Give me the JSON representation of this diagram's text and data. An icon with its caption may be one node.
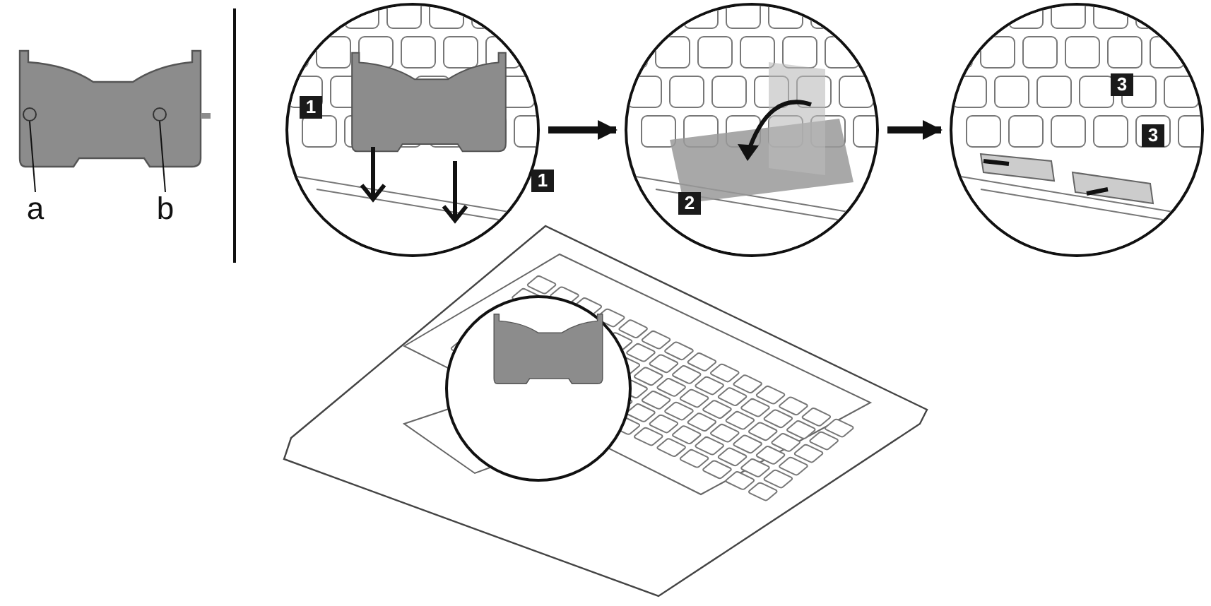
{
  "diagram": {
    "nodes": [
      {
        "text": [],
        "shape": "picture"
      },
      {
        "text": [],
        "shape": "circle",
        "in": 0
      },
      {
        "text": [],
        "shape": "circle",
        "in": 0
      },
      {
        "text": [
          "a"
        ]
      },
      {
        "text": [
          "b"
        ]
      },
      {
        "text": [],
        "shape": "picture"
      },
      {
        "text": [],
        "shape": "picture"
      },
      {
        "text": [],
        "shape": "picture"
      },
      {
        "text": [],
        "shape": "picture"
      }
    ],
    "edges": [
      {
        "from": 3,
        "to": 1,
        "arrow": "none"
      },
      {
        "from": 4,
        "to": 2,
        "arrow": "none"
      },
      {
        "from": 5,
        "to": 6,
        "arrow": "to",
        "style": "thick"
      },
      {
        "from": 6,
        "to": 7,
        "arrow": "to",
        "style": "thick"
      }
    ],
    "labels": [
      "1",
      "1",
      "2",
      "3",
      "3"
    ]
  }
}
